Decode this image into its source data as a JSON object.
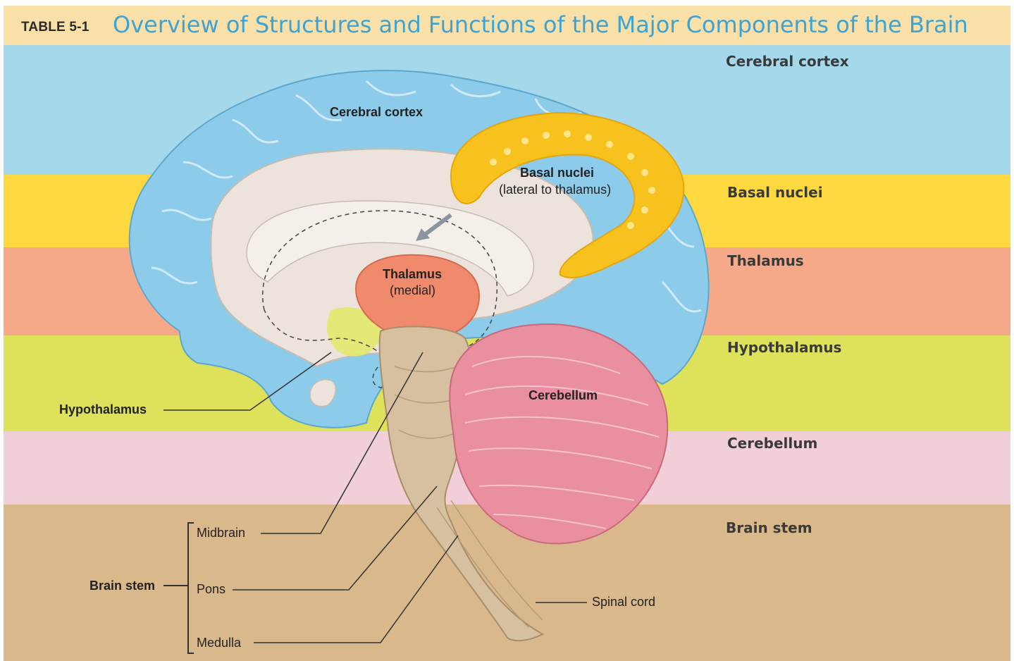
{
  "header": {
    "table_tag": "TABLE 5-1",
    "title": "Overview of Structures and Functions of the Major Components of the Brain"
  },
  "bands": [
    {
      "label": "Cerebral cortex",
      "color": "#a6d8ec"
    },
    {
      "label": "Basal nuclei",
      "color": "#fdd93f"
    },
    {
      "label": "Thalamus",
      "color": "#f6a988"
    },
    {
      "label": "Hypothalamus",
      "color": "#dde25a"
    },
    {
      "label": "Cerebellum",
      "color": "#f0cfd8"
    },
    {
      "label": "Brain stem",
      "color": "#d9b98c"
    }
  ],
  "labels": {
    "cerebral_cortex": "Cerebral cortex",
    "basal_nuclei": "Basal nuclei",
    "basal_nuclei_note": "(lateral to thalamus)",
    "thalamus": "Thalamus",
    "thalamus_note": "(medial)",
    "cerebellum": "Cerebellum",
    "hypothalamus": "Hypothalamus",
    "brain_stem": "Brain stem",
    "midbrain": "Midbrain",
    "pons": "Pons",
    "medulla": "Medulla",
    "spinal_cord": "Spinal cord"
  },
  "colors": {
    "cortex": "#8ccbea",
    "white_matter": "#ece4dc",
    "basal_nuclei": "#f7c21e",
    "thalamus": "#f08a6c",
    "cerebellum": "#ea8f9f",
    "brain_stem": "#d6c0a0"
  }
}
